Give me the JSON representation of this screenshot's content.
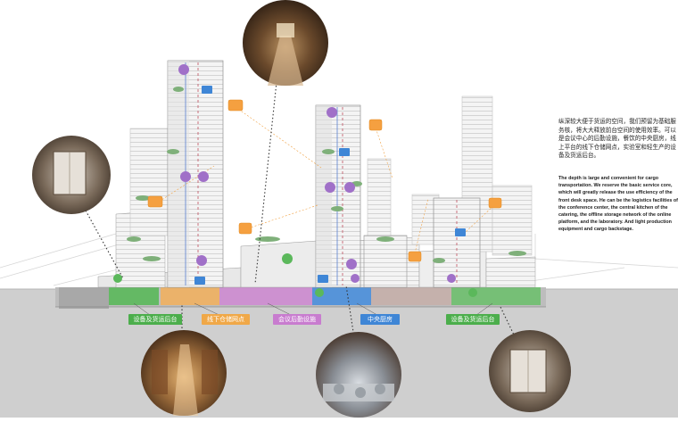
{
  "description_cn": "纵深较大便于货运的空间，我们预留为基础服务核，将大大释放前台空间的使用效率。可以是会议中心的后勤设施，餐饮的中央厨房，线上平台的线下仓储网点，实验室和轻生产的设备及货运后台。",
  "description_en": "The depth is large and convenient for cargo transportation. We reserve the basic service core, which will greatly release the use efficiency of the front desk space. He can be the logistics facilities of the conference center, the central kitchen of the catering, the offline storage network of the online platform, and the laboratory. And light production equipment and cargo backstage.",
  "labels": [
    {
      "text": "设备及货运后台",
      "color": "#4cae4c"
    },
    {
      "text": "线下仓储网点",
      "color": "#f0a848"
    },
    {
      "text": "会议后勤设施",
      "color": "#c87ccf"
    },
    {
      "text": "中央厨房",
      "color": "#3f86d6"
    },
    {
      "text": "设备及货运后台",
      "color": "#4cae4c"
    }
  ],
  "photos": [
    {
      "name": "corridor-photo"
    },
    {
      "name": "cargo-door-photo-left"
    },
    {
      "name": "warehouse-photo"
    },
    {
      "name": "kitchen-photo"
    },
    {
      "name": "cargo-door-photo-right"
    }
  ],
  "icons": [
    "conference-icon",
    "food-icon",
    "monitor-icon",
    "phone-icon",
    "lab-icon"
  ]
}
